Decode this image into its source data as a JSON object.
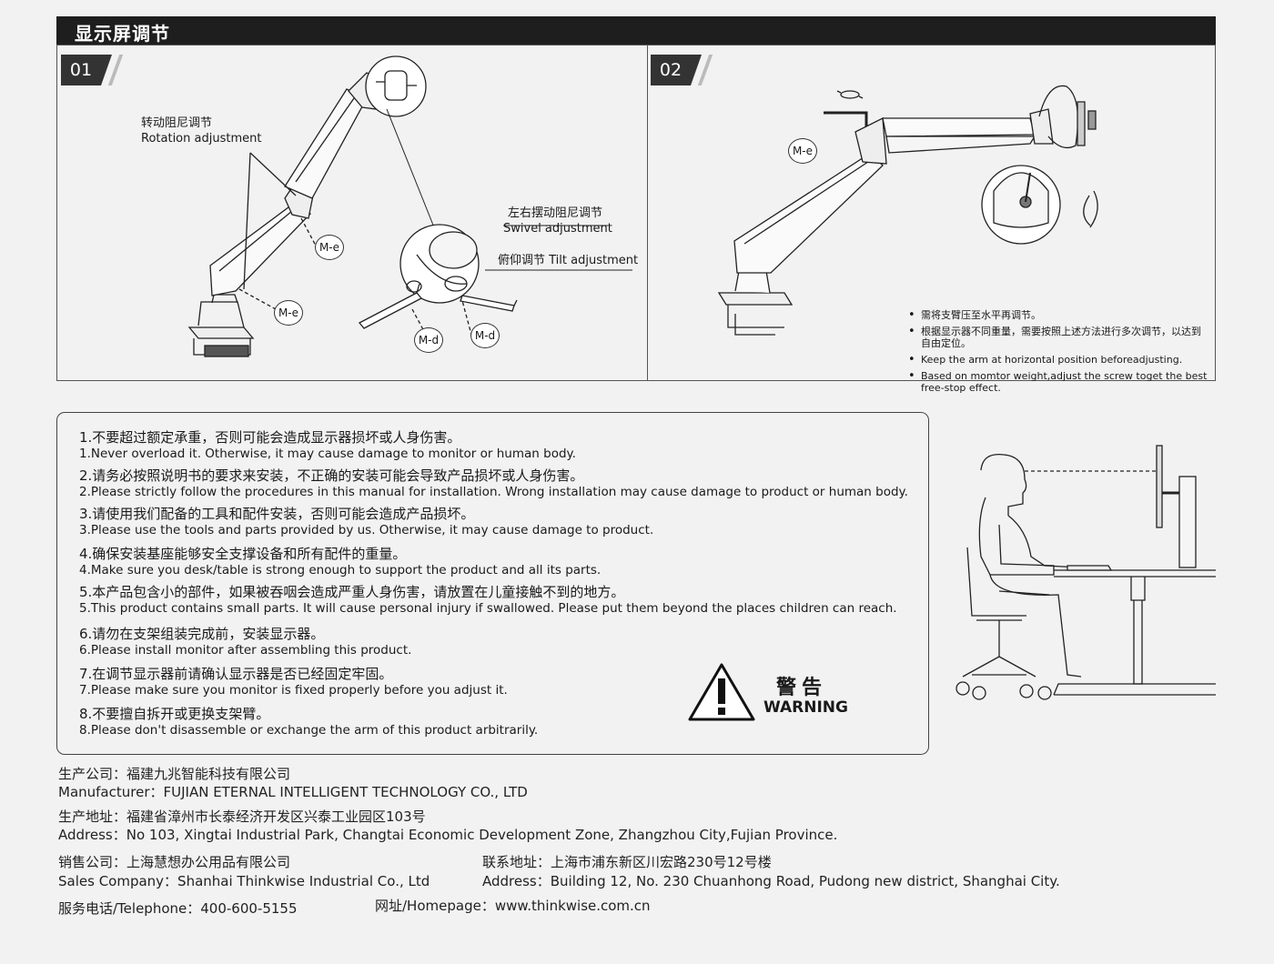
{
  "header": {
    "title": "显示屏调节"
  },
  "panel1": {
    "step": "01",
    "rotation_zh": "转动阻尼调节",
    "rotation_en": "Rotation adjustment",
    "swivel_zh": "左右摆动阻尼调节",
    "swivel_en": "Swivel  adjustment",
    "tilt": "俯仰调节 Tilt adjustment",
    "callouts": [
      "M-e",
      "M-e",
      "M-d",
      "M-d"
    ]
  },
  "panel2": {
    "step": "02",
    "callout": "M-e",
    "notes": [
      "需将支臂压至水平再调节。",
      "根据显示器不同重量，需要按照上述方法进行多次调节，以达到自由定位。",
      "Keep the arm at horizontal position beforeadjusting.",
      "Based on momtor weight,adjust the screw toget the best free-stop effect."
    ]
  },
  "warnings": {
    "rules": [
      {
        "zh": "1.不要超过额定承重，否则可能会造成显示器损坏或人身伤害。",
        "en": "1.Never overload it. Otherwise, it may cause damage to monitor or human body."
      },
      {
        "zh": "2.请务必按照说明书的要求来安装，不正确的安装可能会导致产品损坏或人身伤害。",
        "en": "2.Please strictly follow the procedures in this manual for installation. Wrong installation may cause damage to product or human body."
      },
      {
        "zh": "3.请使用我们配备的工具和配件安装，否则可能会造成产品损坏。",
        "en": "3.Please use the tools and parts provided by us. Otherwise, it may cause damage to product."
      },
      {
        "zh": "4.确保安装基座能够安全支撑设备和所有配件的重量。",
        "en": "4.Make sure you desk/table is strong enough to support the product and all its parts."
      },
      {
        "zh": "5.本产品包含小的部件，如果被吞咽会造成严重人身伤害，请放置在儿童接触不到的地方。",
        "en": "5.This product contains small parts. It will cause personal injury if swallowed. Please put them beyond the places children can reach."
      },
      {
        "zh": "6.请勿在支架组装完成前，安装显示器。",
        "en": "6.Please install monitor after assembling this product."
      },
      {
        "zh": "7.在调节显示器前请确认显示器是否已经固定牢固。",
        "en": "7.Please make sure you monitor is fixed properly before you adjust it."
      },
      {
        "zh": "8.不要擅自拆开或更换支架臂。",
        "en": "8.Please don't disassemble or exchange the arm of this product arbitrarily."
      }
    ],
    "badge_zh": "警告",
    "badge_en": "WARNING"
  },
  "footer": {
    "manufacturer_zh": "生产公司：福建九兆智能科技有限公司",
    "manufacturer_en": "Manufacturer：FUJIAN ETERNAL INTELLIGENT TECHNOLOGY CO., LTD",
    "address_zh": "生产地址：福建省漳州市长泰经济开发区兴泰工业园区103号",
    "address_en": "Address：No 103, Xingtai Industrial Park, Changtai Economic Development Zone, Zhangzhou City,Fujian Province.",
    "sales_zh": "销售公司：上海慧想办公用品有限公司",
    "sales_en": "Sales Company：Shanhai Thinkwise Industrial Co., Ltd",
    "contact_zh": "联系地址：上海市浦东新区川宏路230号12号楼",
    "contact_en": "Address：Building 12, No. 230 Chuanhong Road, Pudong new district, Shanghai City.",
    "telephone": "服务电话/Telephone：400-600-5155",
    "homepage": "网址/Homepage：www.thinkwise.com.cn"
  }
}
